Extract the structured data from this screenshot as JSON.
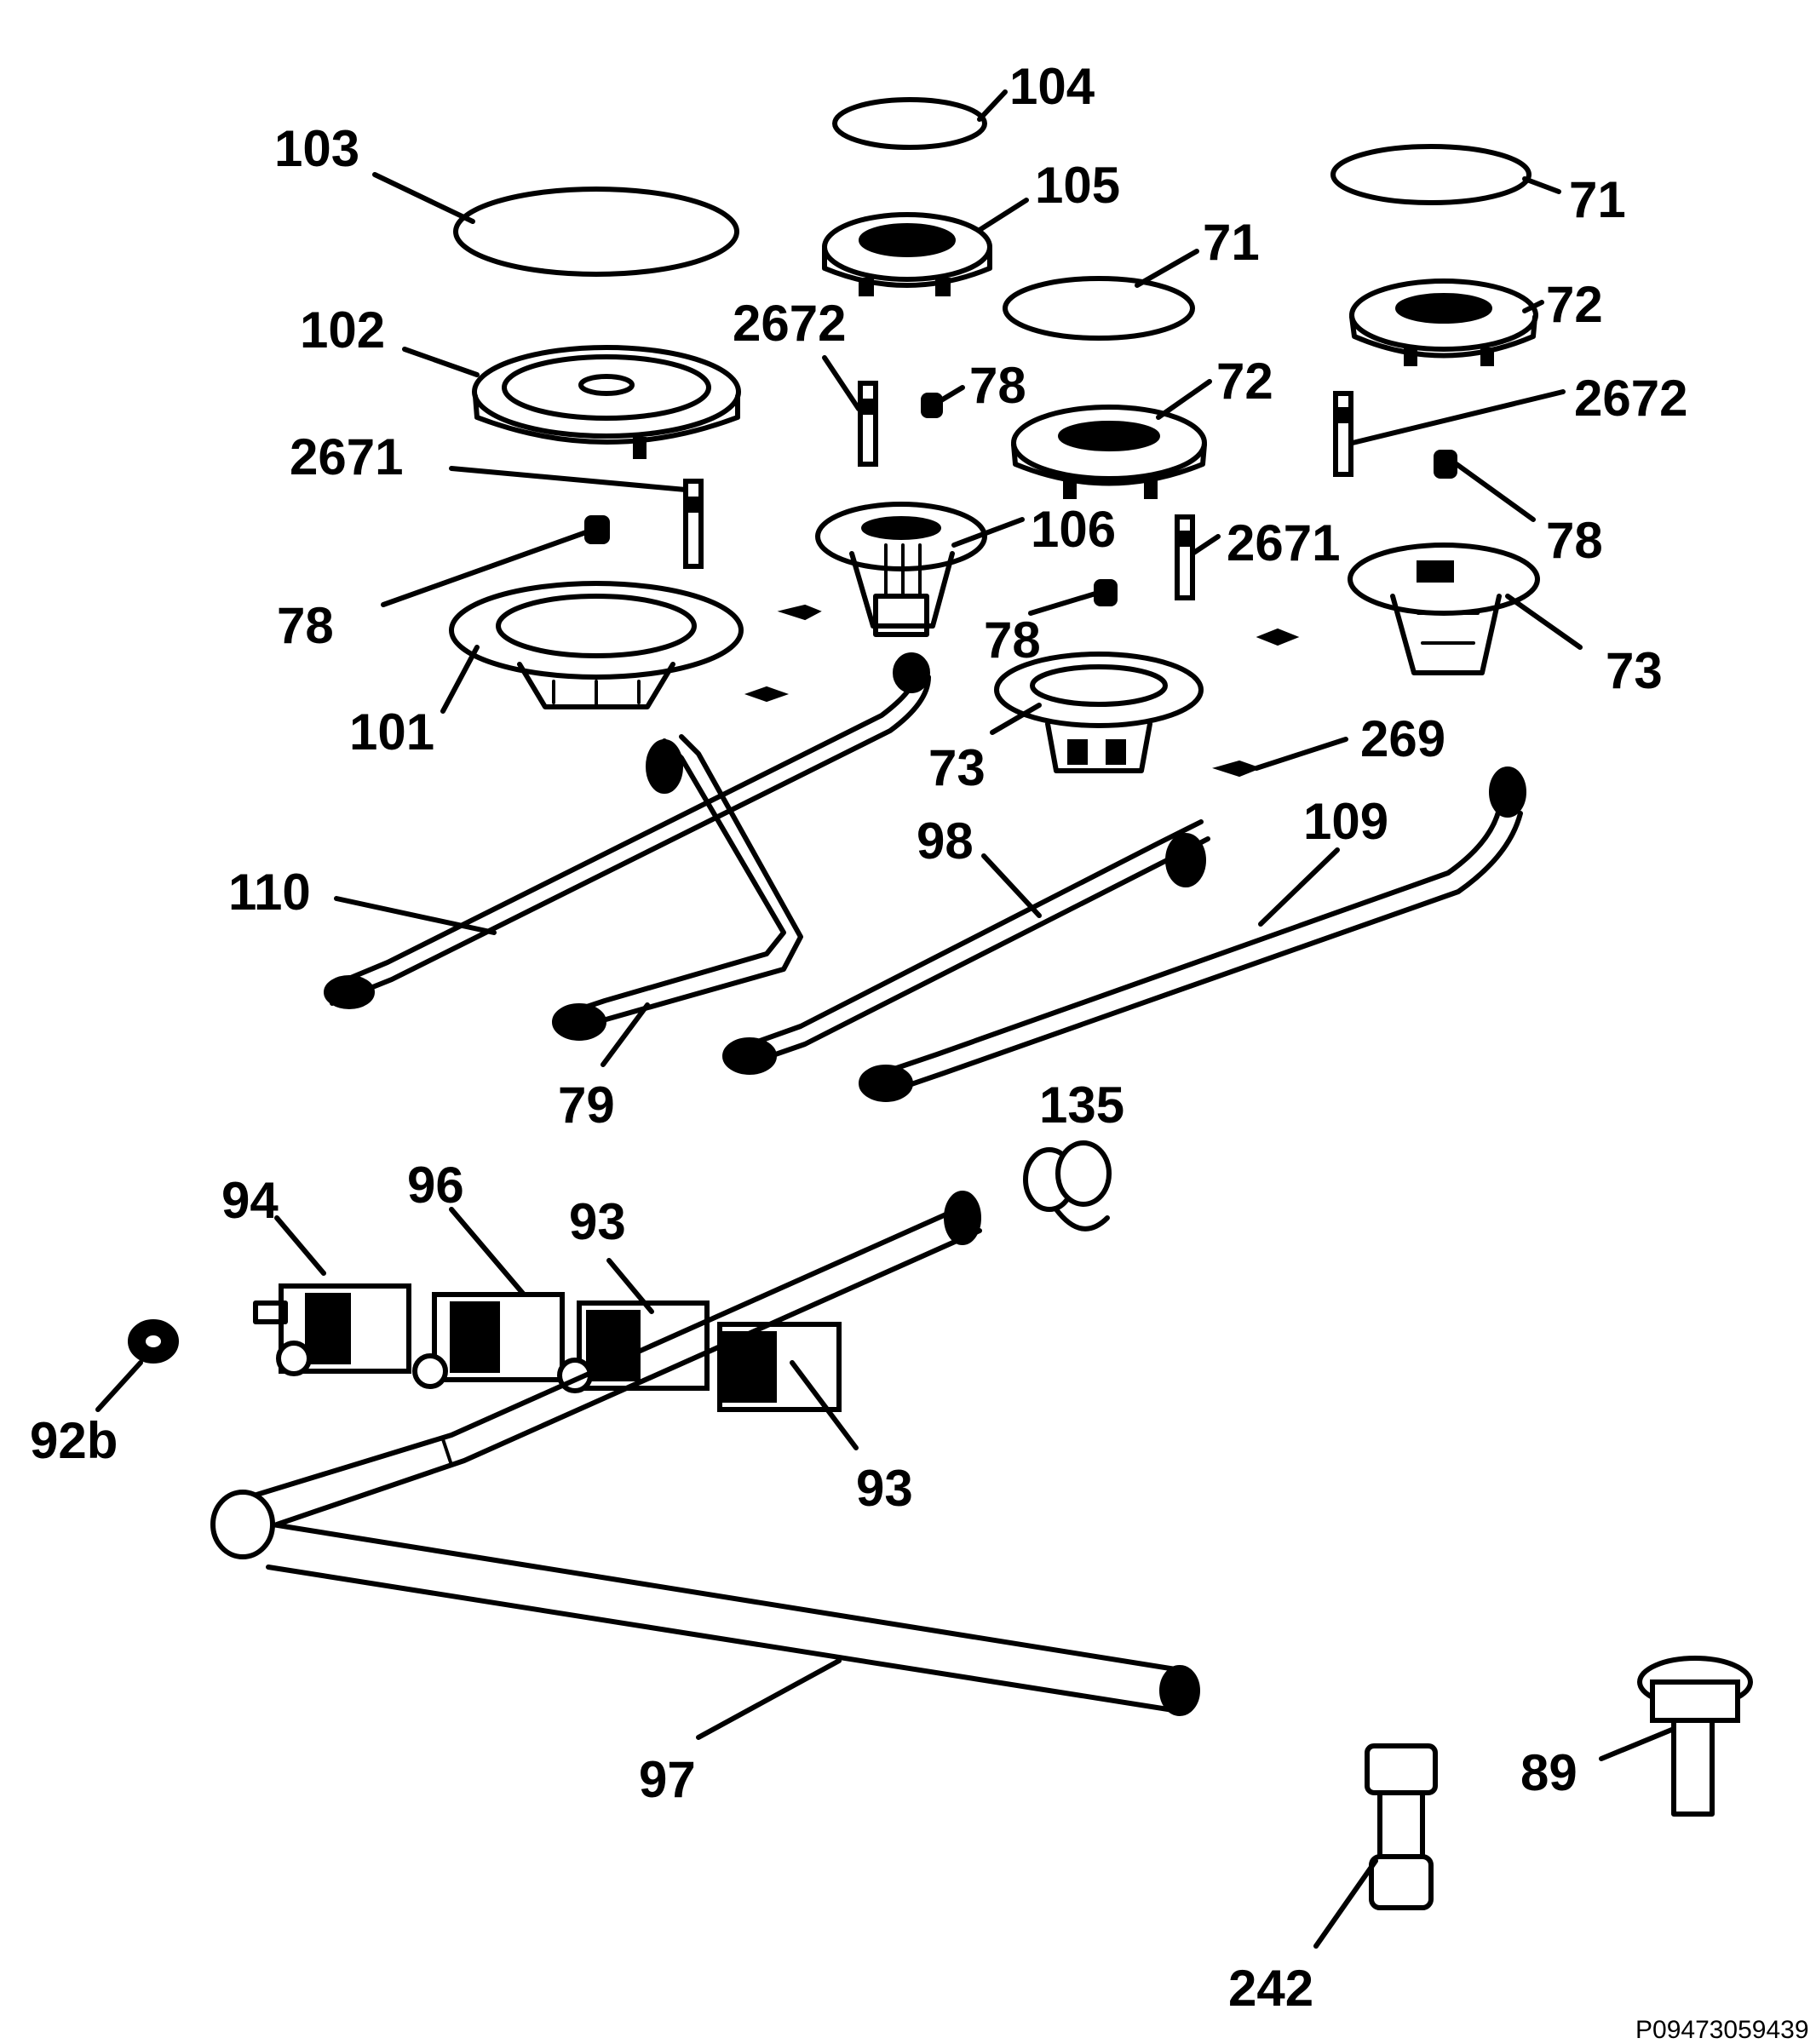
{
  "diagram": {
    "reference_code": "P09473059439",
    "callouts": [
      {
        "id": "c103",
        "text": "103"
      },
      {
        "id": "c104",
        "text": "104"
      },
      {
        "id": "c105",
        "text": "105"
      },
      {
        "id": "c71a",
        "text": "71"
      },
      {
        "id": "c71b",
        "text": "71"
      },
      {
        "id": "c102",
        "text": "102"
      },
      {
        "id": "c2672a",
        "text": "2672"
      },
      {
        "id": "c78a",
        "text": "78"
      },
      {
        "id": "c72a",
        "text": "72"
      },
      {
        "id": "c72b",
        "text": "72"
      },
      {
        "id": "c2672b",
        "text": "2672"
      },
      {
        "id": "c2671a",
        "text": "2671"
      },
      {
        "id": "c106",
        "text": "106"
      },
      {
        "id": "c78b",
        "text": "78"
      },
      {
        "id": "c2671b",
        "text": "2671"
      },
      {
        "id": "c78c",
        "text": "78"
      },
      {
        "id": "c78d",
        "text": "78"
      },
      {
        "id": "c73a",
        "text": "73"
      },
      {
        "id": "c101",
        "text": "101"
      },
      {
        "id": "c73b",
        "text": "73"
      },
      {
        "id": "c269",
        "text": "269"
      },
      {
        "id": "c109",
        "text": "109"
      },
      {
        "id": "c98",
        "text": "98"
      },
      {
        "id": "c110",
        "text": "110"
      },
      {
        "id": "c79",
        "text": "79"
      },
      {
        "id": "c135",
        "text": "135"
      },
      {
        "id": "c94",
        "text": "94"
      },
      {
        "id": "c96",
        "text": "96"
      },
      {
        "id": "c93a",
        "text": "93"
      },
      {
        "id": "c92b",
        "text": "92b"
      },
      {
        "id": "c93b",
        "text": "93"
      },
      {
        "id": "c97",
        "text": "97"
      },
      {
        "id": "c89",
        "text": "89"
      },
      {
        "id": "c242",
        "text": "242"
      }
    ]
  }
}
